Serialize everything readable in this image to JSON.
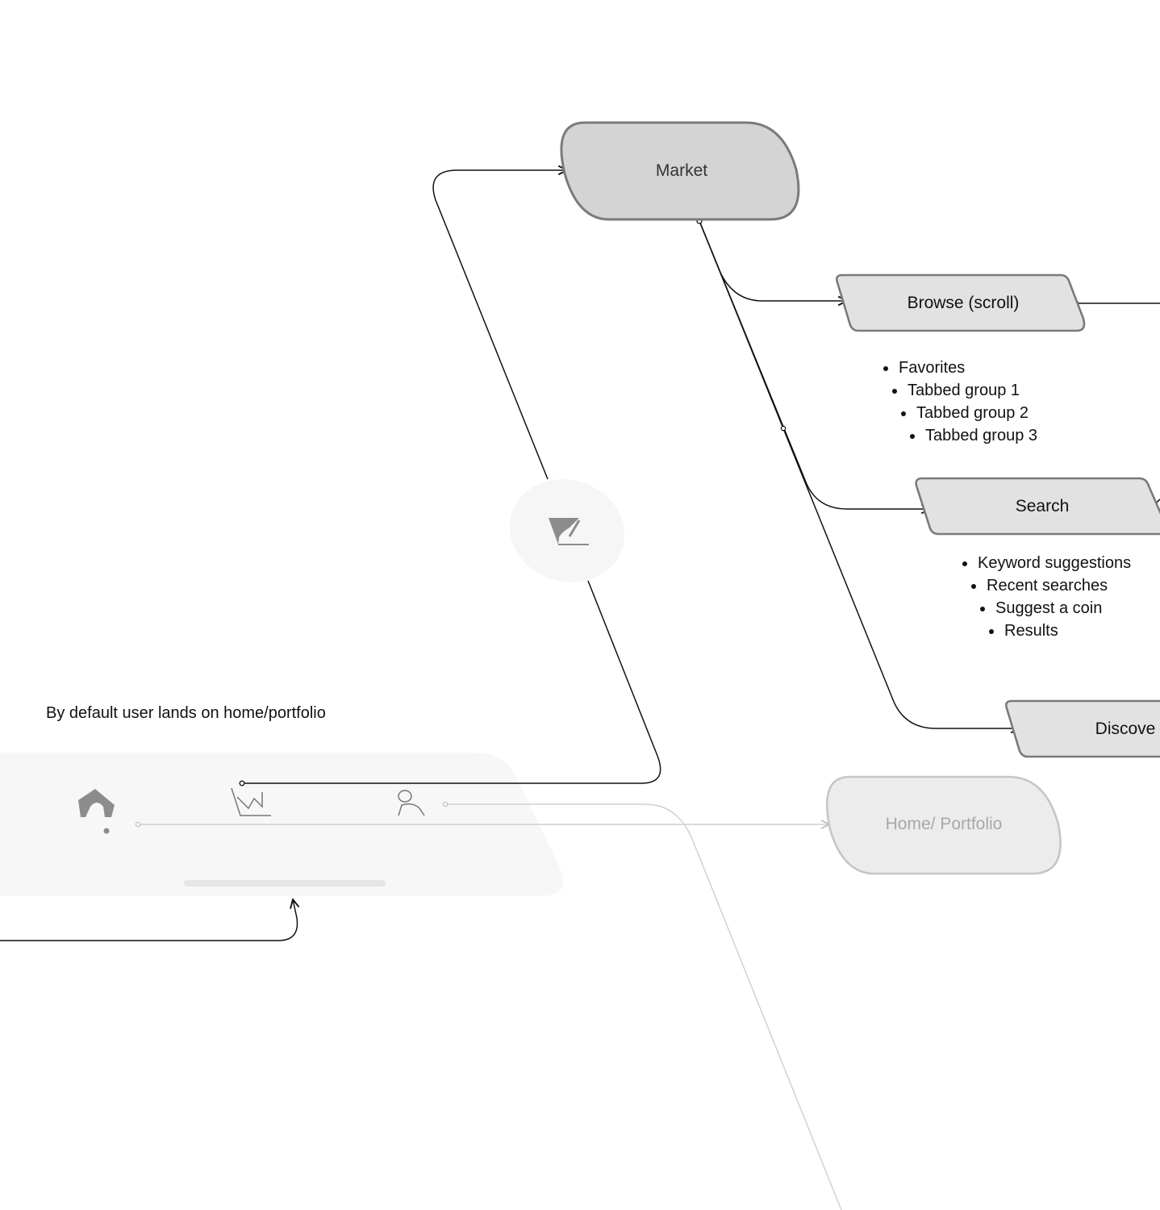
{
  "nodes": {
    "market": {
      "label": "Market",
      "fill": "#d4d4d4",
      "stroke": "#7a7a7a"
    },
    "browse": {
      "label": "Browse (scroll)",
      "fill": "#e2e2e2",
      "stroke": "#7a7a7a"
    },
    "search": {
      "label": "Search",
      "fill": "#e2e2e2",
      "stroke": "#7a7a7a"
    },
    "discover": {
      "label": "Discove",
      "fill": "#e2e2e2",
      "stroke": "#7a7a7a"
    },
    "home_portfolio": {
      "label": "Home/ Portfolio",
      "fill": "#ececec",
      "stroke": "#c6c6c6",
      "text_color": "#a8a8a8"
    }
  },
  "browse_items": [
    "Favorites",
    "Tabbed group 1",
    "Tabbed group 2",
    "Tabbed group 3"
  ],
  "search_items": [
    "Keyword suggestions",
    "Recent searches",
    "Suggest a coin",
    "Results"
  ],
  "note": "By default user lands on home/portfolio",
  "nav_bar": {
    "icons": [
      "home-icon",
      "chart-icon",
      "profile-icon"
    ],
    "background": "#f7f7f7",
    "handle_color": "#e6e6e6"
  },
  "market_badge": {
    "icon": "chart-badge-icon",
    "background": "#f6f6f6"
  },
  "colors": {
    "connector": "#111111",
    "connector_faded": "#cfcfcf"
  }
}
